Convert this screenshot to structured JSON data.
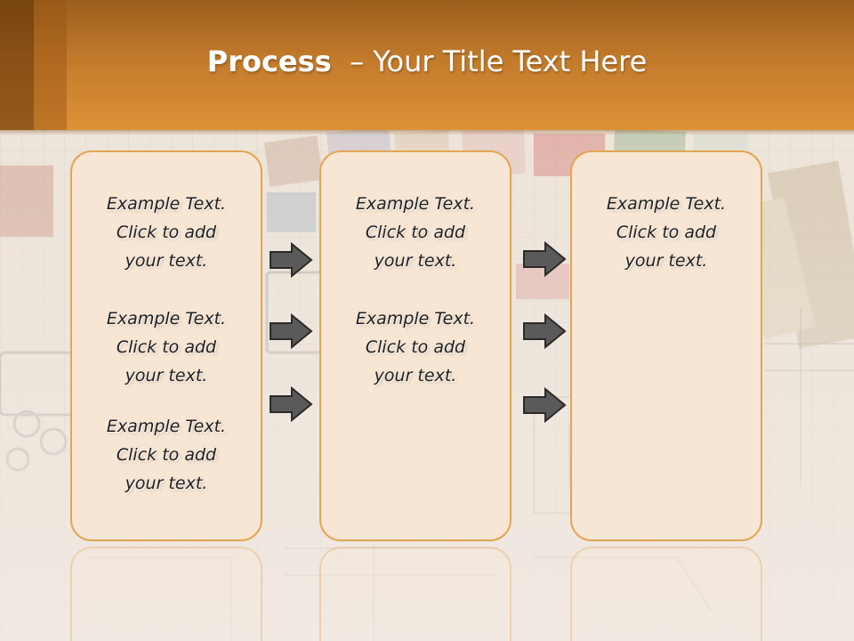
{
  "title": {
    "bold": "Process",
    "rest": "– Your Title Text Here"
  },
  "panels": [
    {
      "blocks": [
        [
          "Example Text.",
          "Click  to add",
          "your text."
        ],
        [
          "Example Text.",
          "Click  to add",
          "your text."
        ],
        [
          "Example Text.",
          "Click  to add",
          "your text."
        ]
      ]
    },
    {
      "blocks": [
        [
          "Example Text.",
          "Click  to add",
          "your text."
        ],
        [
          "Example Text.",
          "Click  to add",
          "your text."
        ]
      ]
    },
    {
      "blocks": [
        [
          "Example Text.",
          "Click  to add",
          "your text."
        ]
      ]
    }
  ],
  "colors": {
    "header": "#d28a33",
    "panel_fill": "#f8e6d4",
    "panel_border": "#e3a552",
    "arrow_fill": "#5a5a5a"
  },
  "icons": [
    "right-arrow-icon"
  ]
}
